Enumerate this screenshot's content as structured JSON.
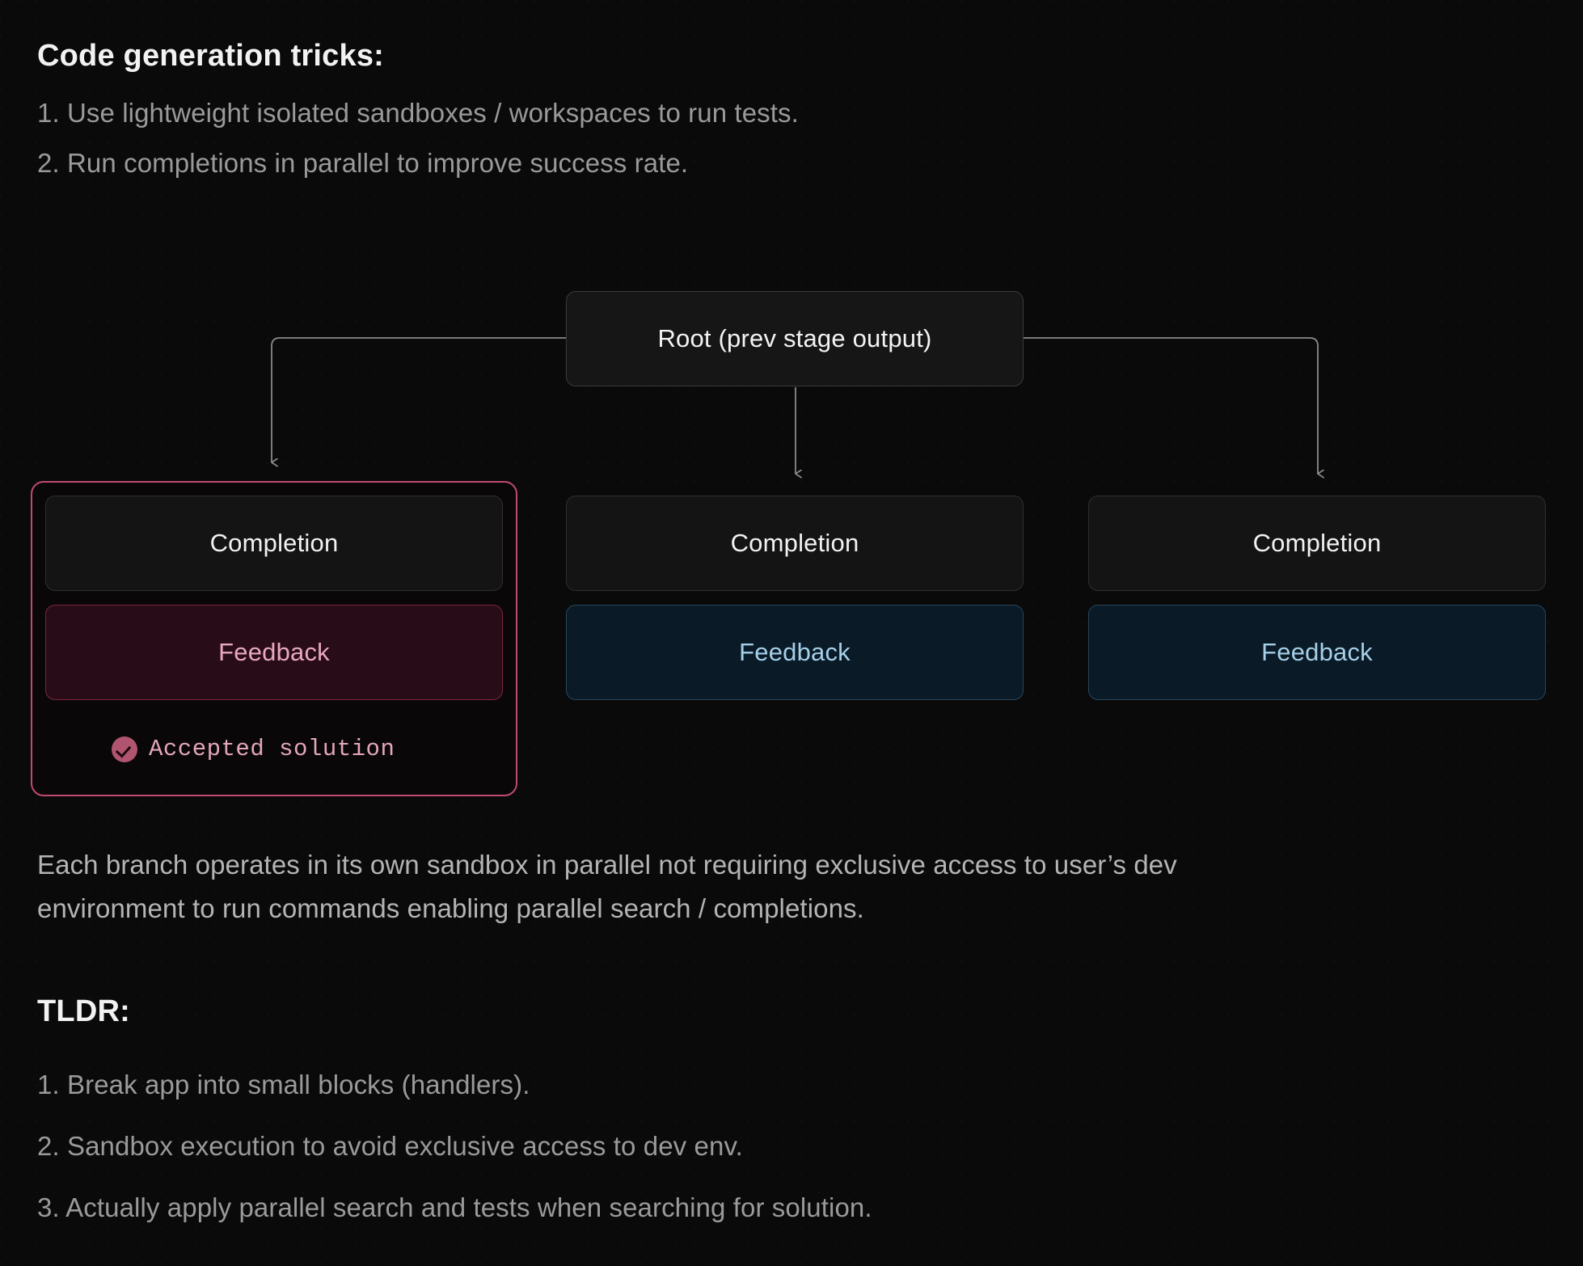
{
  "sections": {
    "tricks": {
      "heading": "Code generation tricks:",
      "items": [
        "1. Use lightweight isolated sandboxes / workspaces to run tests.",
        "2. Run completions in parallel to improve success rate."
      ]
    },
    "caption": "Each branch operates in its own sandbox in parallel not requiring exclusive access to user’s dev environment to run commands enabling parallel search / completions.",
    "tldr": {
      "heading": "TLDR:",
      "items": [
        "1. Break app into small blocks (handlers).",
        "2. Sandbox execution to avoid exclusive access to dev env.",
        "3. Actually apply parallel search and tests when searching for solution."
      ]
    }
  },
  "diagram": {
    "root": {
      "label": "Root (prev stage output)"
    },
    "branches": [
      {
        "completion": "Completion",
        "feedback": "Feedback",
        "status": "Accepted solution",
        "accepted": true,
        "feedback_variant": "pink"
      },
      {
        "completion": "Completion",
        "feedback": "Feedback",
        "accepted": false,
        "feedback_variant": "blue"
      },
      {
        "completion": "Completion",
        "feedback": "Feedback",
        "accepted": false,
        "feedback_variant": "blue"
      }
    ],
    "colors": {
      "background": "#0a0a0a",
      "node_fill": "#141414",
      "node_border": "#2f2f2f",
      "connector": "#8a8a8a",
      "accent_pink": "#c04a72",
      "feedback_pink_fill": "#280c17",
      "feedback_pink_text": "#e8a8bf",
      "feedback_blue_fill": "#0a1a26",
      "feedback_blue_border": "#27455a",
      "feedback_blue_text": "#a5cfe9",
      "heading_text": "#f2f2f2",
      "body_text": "#9a9a9a"
    }
  }
}
